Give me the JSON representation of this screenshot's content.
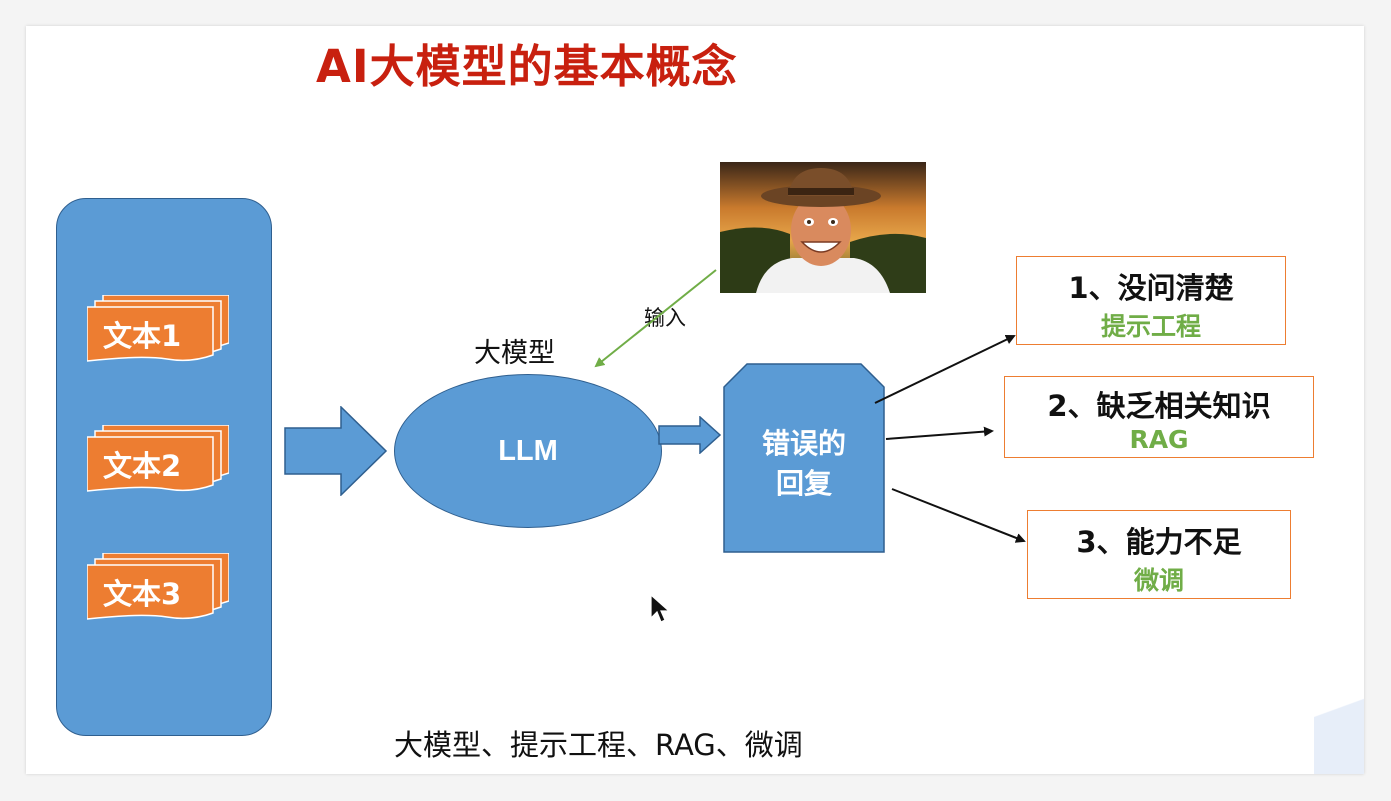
{
  "title": "AI大模型的基本概念",
  "documents": [
    "文本1",
    "文本2",
    "文本3"
  ],
  "llm_caption": "大模型",
  "llm_label": "LLM",
  "input_label": "输入",
  "reply_label_line1": "错误的",
  "reply_label_line2": "回复",
  "outcomes": [
    {
      "main": "1、没问清楚",
      "sub": "提示工程"
    },
    {
      "main": "2、缺乏相关知识",
      "sub": "RAG"
    },
    {
      "main": "3、能力不足",
      "sub": "微调"
    }
  ],
  "bottom_caption": "大模型、提示工程、RAG、微调",
  "colors": {
    "title": "#c8200f",
    "shape_blue": "#5b9bd5",
    "shape_border": "#2f5f8f",
    "doc_orange": "#ed7d31",
    "sub_green": "#70ad47",
    "input_line": "#70ad47"
  }
}
